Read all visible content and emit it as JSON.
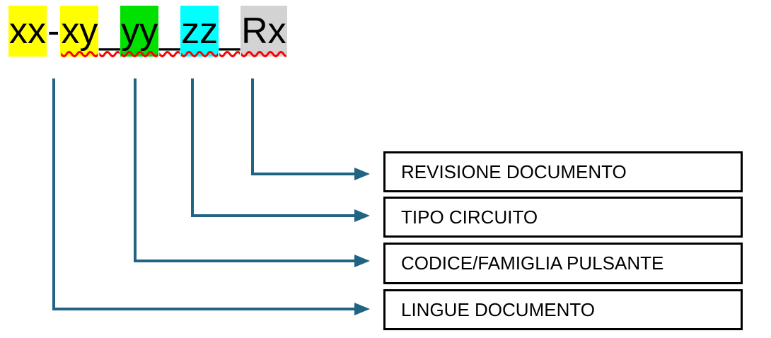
{
  "diagram": {
    "description": "Document filename structure legend",
    "connector_color": "#206383",
    "box_border_color": "#000000",
    "squiggle_color": "#FF0000"
  },
  "filename": {
    "full_text": "xx-xy_yy_zz_Rx",
    "segments": [
      {
        "text": "xx",
        "highlight": "#FFFF00"
      },
      {
        "text": "-",
        "highlight": "none"
      },
      {
        "text": "xy",
        "highlight": "#FFFF00"
      },
      {
        "text": "_",
        "highlight": "none"
      },
      {
        "text": "yy",
        "highlight": "#00E100"
      },
      {
        "text": "_",
        "highlight": "none"
      },
      {
        "text": "zz",
        "highlight": "#00FFFF"
      },
      {
        "text": "_",
        "highlight": "none"
      },
      {
        "text": "Rx",
        "highlight": "#D3D3D3"
      }
    ],
    "spellcheck_underline": "red wavy under xy_yy_zz_Rx"
  },
  "labels": [
    {
      "label": "REVISIONE DOCUMENTO",
      "source_segment": "Rx"
    },
    {
      "label": "TIPO CIRCUITO",
      "source_segment": "zz"
    },
    {
      "label": "CODICE/FAMIGLIA PULSANTE",
      "source_segment": "yy"
    },
    {
      "label": "LINGUE DOCUMENTO",
      "source_segment": "xx-xy"
    }
  ]
}
